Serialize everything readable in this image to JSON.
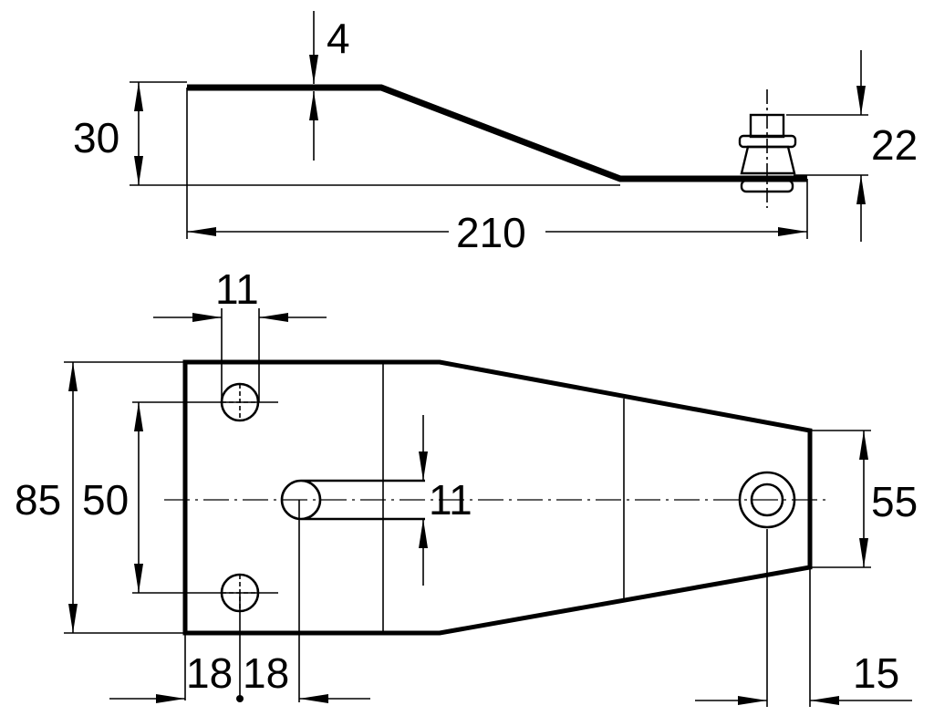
{
  "dimensions": {
    "side_height": "30",
    "sheet_thickness": "4",
    "overall_length": "210",
    "bolt_height": "22",
    "hole_diameter": "11",
    "width_total": "85",
    "hole_spacing": "50",
    "slot_width": "11",
    "end_width": "55",
    "hole_offset_1": "18",
    "hole_offset_2": "18",
    "end_hole_offset": "15"
  }
}
